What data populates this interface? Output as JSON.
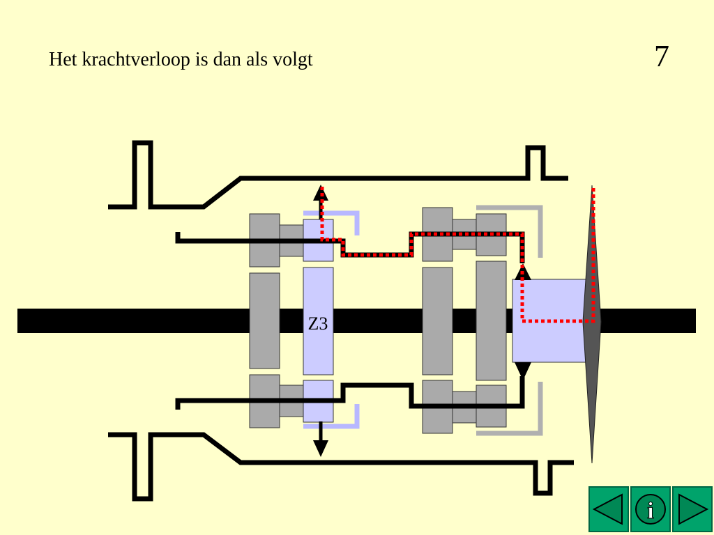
{
  "slide": {
    "title": "Het krachtverloop is dan als volgt",
    "number": "7"
  },
  "diagram": {
    "gear_label": "Z3",
    "colors": {
      "background": "#ffffcc",
      "shaft": "#000000",
      "gear_gray": "#aaaaaa",
      "gear_blue": "#ccccff",
      "power_flow": "#ff0000",
      "bracket_light_blue": "#b8b8ff",
      "bracket_gray": "#b0b0b0"
    }
  },
  "nav": {
    "prev_icon": "triangle-left-icon",
    "info_icon": "info-icon",
    "next_icon": "triangle-right-icon",
    "info_glyph": "i"
  }
}
